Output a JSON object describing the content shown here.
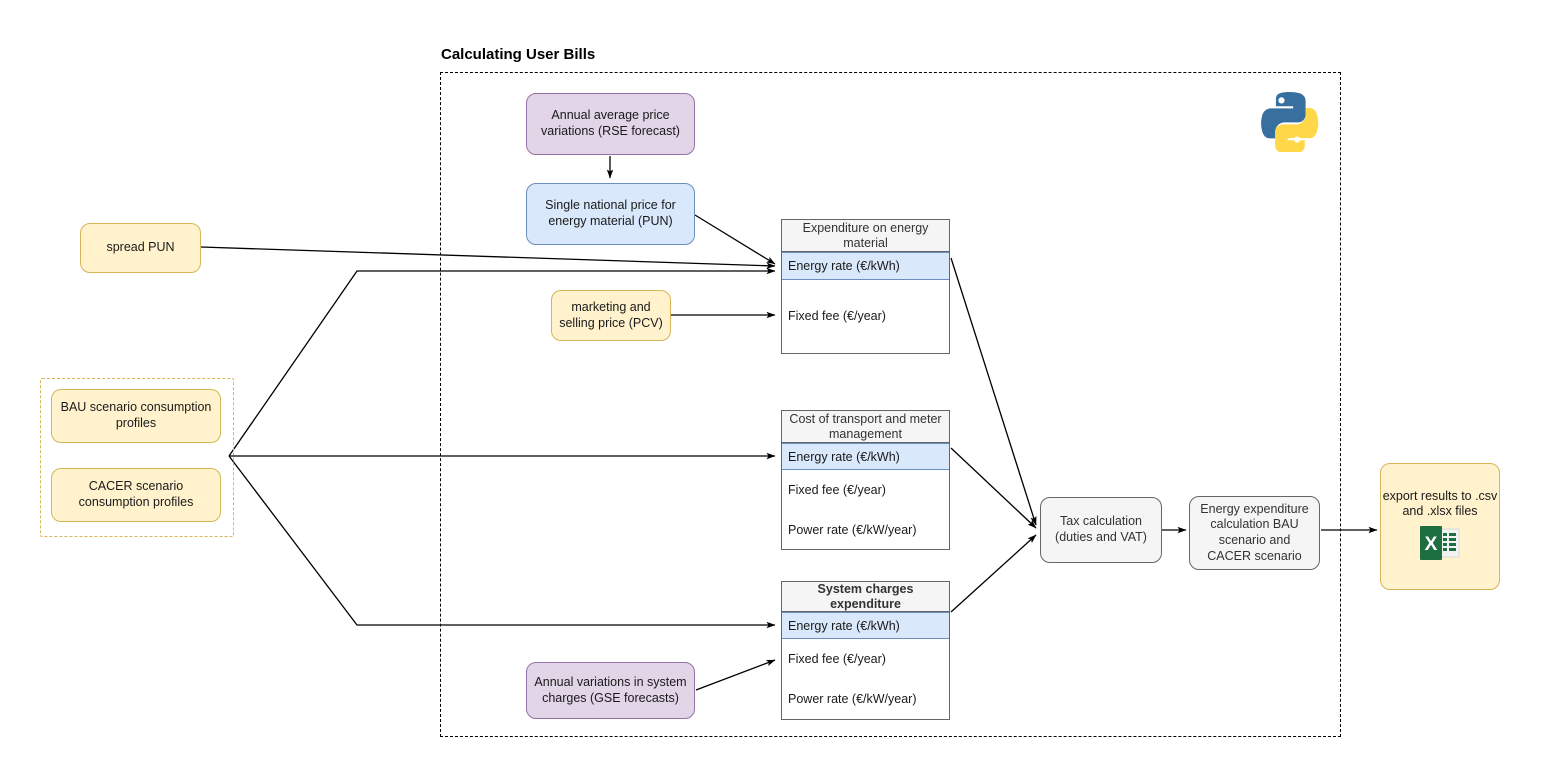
{
  "diagram": {
    "frame_title": "Calculating User Bills",
    "python_icon": "python-logo-icon",
    "excel_icon": "excel-file-icon"
  },
  "inputs": {
    "spread_pun": "spread PUN",
    "bau_profiles": "BAU scenario consumption profiles",
    "cacer_profiles": "CACER scenario consumption profiles"
  },
  "forecasts": {
    "rse": "Annual average price variations (RSE forecast)",
    "pun": "Single national price for energy material (PUN)",
    "pcv": "marketing and selling price (PCV)",
    "gse": "Annual variations in system charges (GSE forecasts)"
  },
  "tables": [
    {
      "header": "Expenditure on energy material",
      "rows": [
        {
          "label": "Energy rate (€/kWh)",
          "highlight": true
        },
        {
          "label": "Fixed fee (€/year)",
          "highlight": false
        }
      ]
    },
    {
      "header": "Cost of transport and meter management",
      "rows": [
        {
          "label": "Energy rate (€/kWh)",
          "highlight": true
        },
        {
          "label": "Fixed fee (€/year)",
          "highlight": false
        },
        {
          "label": "Power rate (€/kW/year)",
          "highlight": false
        }
      ]
    },
    {
      "header": "System charges expenditure",
      "rows": [
        {
          "label": "Energy rate (€/kWh)",
          "highlight": true
        },
        {
          "label": "Fixed fee (€/year)",
          "highlight": false
        },
        {
          "label": "Power rate (€/kW/year)",
          "highlight": false
        }
      ]
    }
  ],
  "processes": {
    "tax": "Tax calculation (duties and VAT)",
    "tax_line1": "Tax calculation",
    "tax_line2": "(duties and VAT)",
    "energy_expenditure": "Energy expenditure calculation BAU scenario and CACER scenario",
    "export": "export results to .csv and .xlsx files"
  },
  "colors": {
    "yellow_fill": "#fff2cc",
    "yellow_stroke": "#d6b656",
    "purple_fill": "#e1d5e7",
    "purple_stroke": "#9673a6",
    "blue_fill": "#dae8fc",
    "blue_stroke": "#6c8ebf",
    "grey_fill": "#f5f5f5",
    "grey_stroke": "#666666",
    "edge": "#000000",
    "excel_green": "#1d6f42",
    "python_blue": "#376f9e",
    "python_yellow": "#ffd849"
  }
}
